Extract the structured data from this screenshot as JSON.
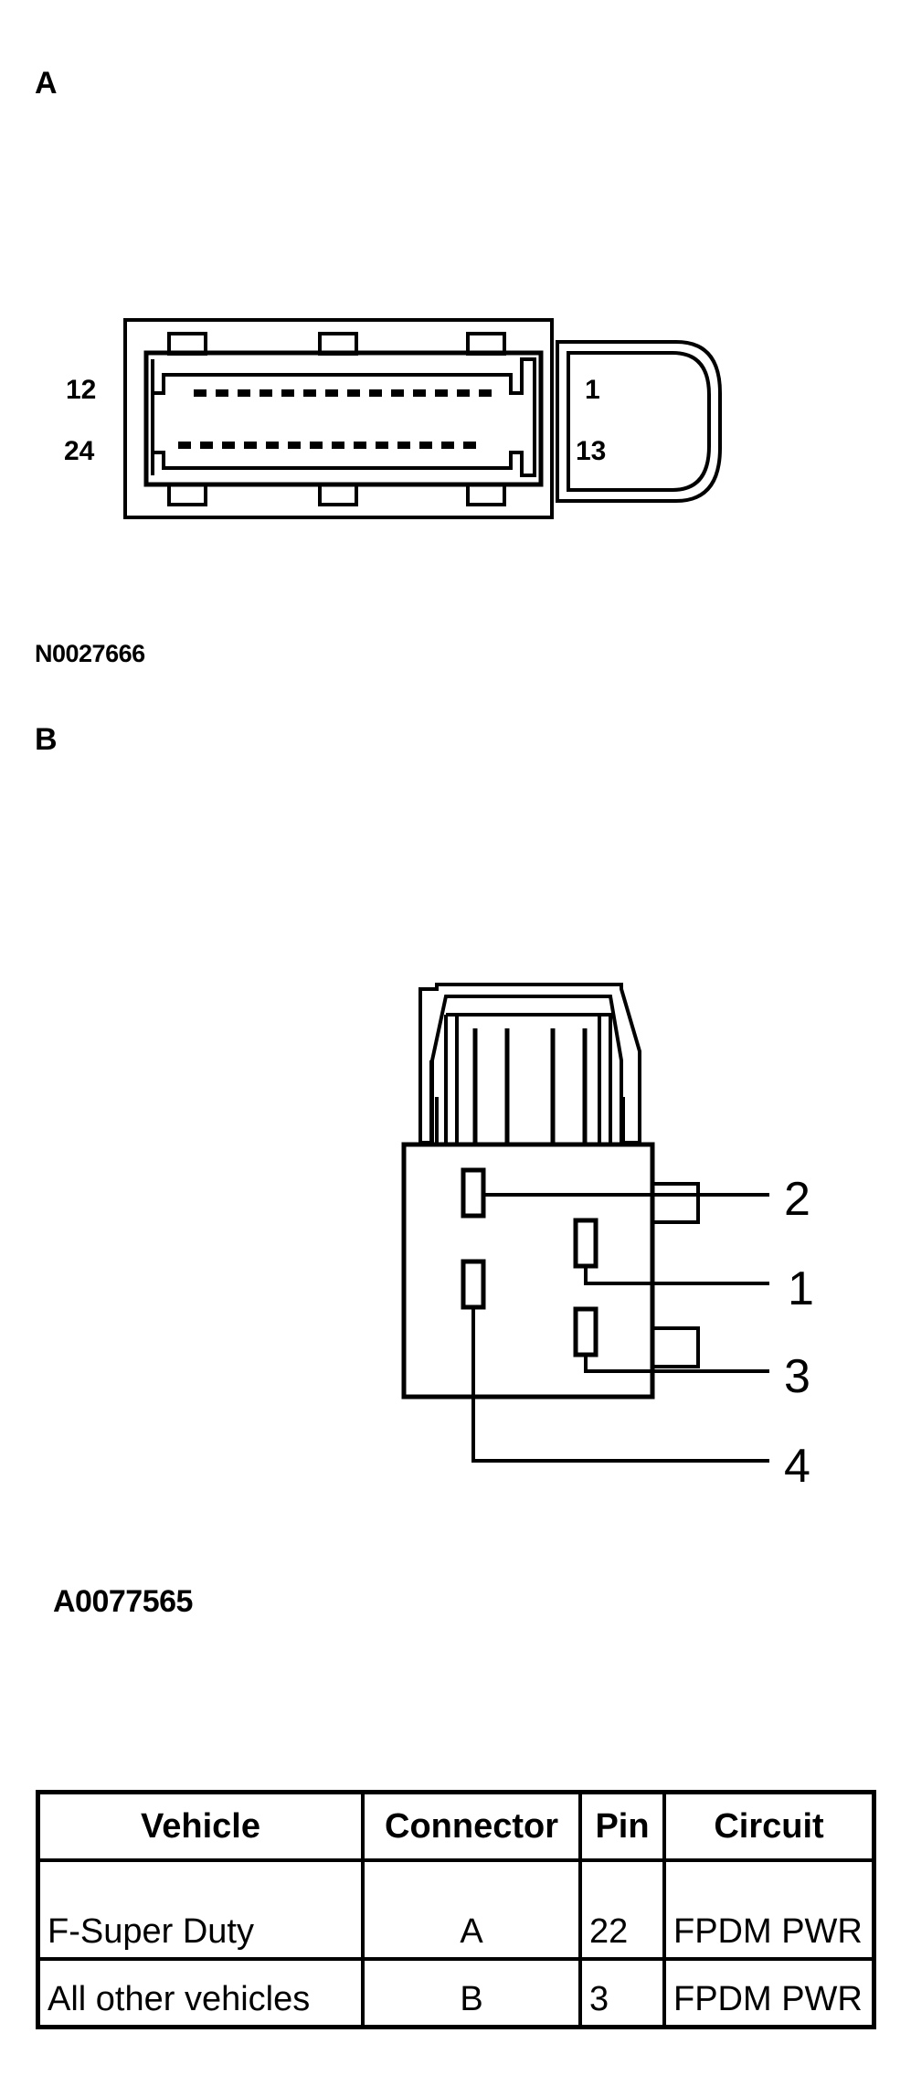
{
  "section_a": {
    "letter": "A",
    "figure_id": "N0027666",
    "pin_labels": {
      "top_left": "12",
      "bottom_left": "24",
      "top_right": "1",
      "bottom_right": "13"
    }
  },
  "section_b": {
    "letter": "B",
    "figure_id": "A0077565",
    "pin_labels": {
      "p2": "2",
      "p1": "1",
      "p3": "3",
      "p4": "4"
    }
  },
  "table": {
    "headers": [
      "Vehicle",
      "Connector",
      "Pin",
      "Circuit"
    ],
    "rows": [
      [
        "F-Super Duty",
        "A",
        "22",
        "FPDM PWR"
      ],
      [
        "All other vehicles",
        "B",
        "3",
        "FPDM PWR"
      ]
    ]
  }
}
